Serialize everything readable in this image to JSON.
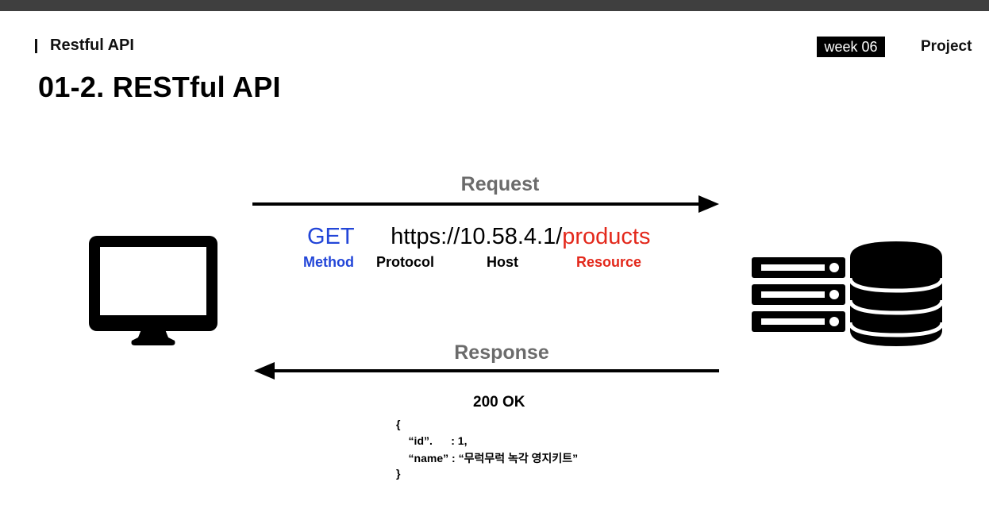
{
  "header": {
    "section": "Restful API",
    "week": "week 06",
    "project": "Project"
  },
  "title": "01-2. RESTful API",
  "diagram": {
    "request_label": "Request",
    "response_label": "Response",
    "url": {
      "method": "GET",
      "host": "https://10.58.4.1/",
      "resource": "products"
    },
    "parts": {
      "method": "Method",
      "protocol": "Protocol",
      "host": "Host",
      "resource": "Resource"
    },
    "status": "200 OK",
    "body_lines": [
      "{",
      "    “id”.      : 1,",
      "    “name” : “무럭무럭 녹각 영지키트”",
      "}"
    ],
    "colors": {
      "method": "#2346d8",
      "resource": "#e3281b",
      "arrow_label": "#6b6b6b"
    },
    "icons": {
      "client": "desktop-monitor-icon",
      "server": "server-database-icon"
    }
  }
}
